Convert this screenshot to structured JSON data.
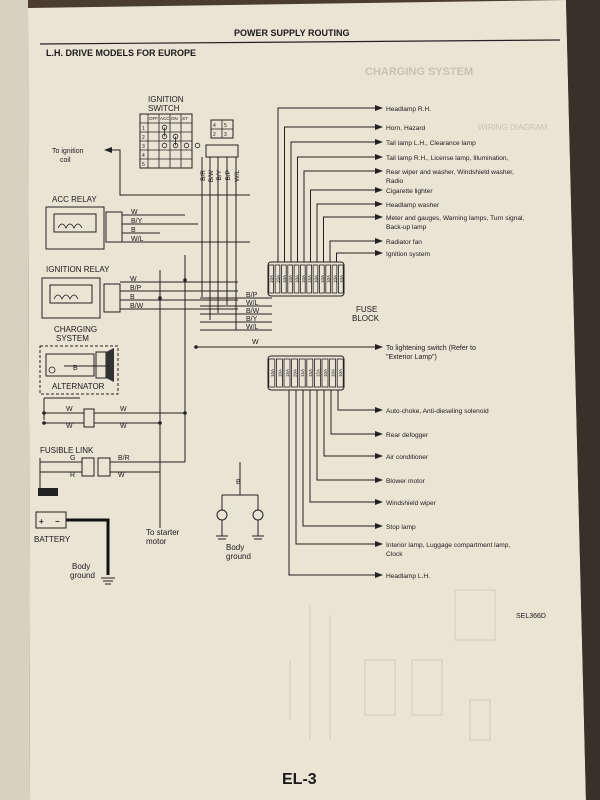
{
  "header": {
    "title": "POWER SUPPLY ROUTING",
    "subtitle": "L.H. DRIVE MODELS FOR EUROPE"
  },
  "left": {
    "ignition_switch": "IGNITION\nSWITCH",
    "ign_cols": [
      "OFF",
      "ACC",
      "ON",
      "ST"
    ],
    "ign_rows": [
      "1",
      "2",
      "3",
      "4",
      "5"
    ],
    "to_ignition_coil": "To ignition\ncoil",
    "acc_relay": "ACC RELAY",
    "ignition_relay": "IGNITION RELAY",
    "charging_system": "CHARGING\nSYSTEM",
    "alternator": "ALTERNATOR",
    "alt_term": "B",
    "fusible_link": "FUSIBLE LINK",
    "battery": "BATTERY",
    "body_ground_1": "Body\nground",
    "to_starter": "To starter\nmotor",
    "body_ground_2": "Body\nground",
    "fuse_block": "FUSE\nBLOCK",
    "code": "SEL366D"
  },
  "wires": {
    "acc_wires": [
      "W",
      "B/Y",
      "B",
      "W/L"
    ],
    "ign_wires": [
      "W",
      "B/P",
      "B",
      "B/W"
    ],
    "mid_labels": [
      "B/P",
      "W/L",
      "B/W",
      "B/Y",
      "W/L"
    ],
    "mid_w": "W",
    "alt_w1": "W",
    "alt_w2": "W",
    "alt_w3": "W",
    "alt_w4": "W",
    "fl_labels_l": [
      "G",
      "R"
    ],
    "fl_labels_r": [
      "B/R",
      "W"
    ],
    "switch_verticals": [
      "B/R",
      "B/W",
      "B/Y",
      "B/P",
      "W/L"
    ],
    "bottom_b": "B"
  },
  "outputs_top": [
    "Headlamp R.H.",
    "Horn, Hazard",
    "Tail lamp L.H., Clearance lamp",
    "Tail lamp R.H., License lamp, Illumination,",
    "Rear wiper and washer, Windshield washer,",
    "Radio",
    "Cigarette lighter",
    "Headlamp washer",
    "Meter and gauges, Warning lamps, Turn signal,",
    "Back-up lamp",
    "Radiator fan",
    "Ignition system"
  ],
  "lighting_switch": "To lightening switch (Refer to\n\"Exterior Lamp\")",
  "outputs_bottom": [
    "Auto-choke, Anti-dieseling solenoid",
    "Rear defogger",
    "Air conditioner",
    "Blower motor",
    "Windshield wiper",
    "Stop lamp",
    "Interior lamp, Luggage compartment lamp,",
    "Clock",
    "Headlamp L.H."
  ],
  "fuses_top": [
    "10A",
    "10A",
    "10A",
    "10A",
    "10A",
    "10A",
    "15A",
    "10A",
    "10A",
    "10A",
    "10A",
    "10A"
  ],
  "fuses_bottom": [
    "10A",
    "10A",
    "15A",
    "20A",
    "15A",
    "15A",
    "15A",
    "10A",
    "10A",
    "10A"
  ],
  "footer": {
    "page": "EL-3"
  },
  "ghost": {
    "charging": "CHARGING SYSTEM",
    "wiring": "WIRING DIAGRAM"
  },
  "colors": {
    "paper": "#ebe6d6",
    "ink": "#1a1a1a",
    "background": "#5a4a3a"
  }
}
